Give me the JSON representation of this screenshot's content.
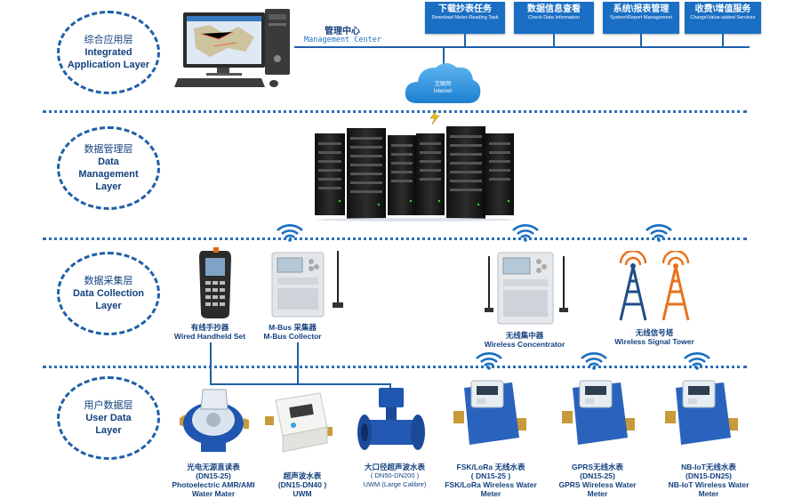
{
  "layers": [
    {
      "cn": "综合应用层",
      "en": "Integrated Application Layer"
    },
    {
      "cn": "数据管理层",
      "en": "Data Management Layer"
    },
    {
      "cn": "数据采集层",
      "en": "Data Collection Layer"
    },
    {
      "cn": "用户数据层",
      "en": "User Data Layer"
    }
  ],
  "management_center": {
    "cn": "管理中心",
    "en": "Management Center"
  },
  "top_buttons": [
    {
      "cn": "下载抄表任务",
      "en": "Download Meter-Reading Task"
    },
    {
      "cn": "数据信息查看",
      "en": "Check Data Information"
    },
    {
      "cn": "系统\\报表管理",
      "en": "System\\Report Management"
    },
    {
      "cn": "收费\\增值服务",
      "en": "Charge\\Value-added Services"
    }
  ],
  "cloud_text": {
    "line1": "互联网",
    "line2": "Internet"
  },
  "collection_devices": [
    {
      "cn": "有线手抄器",
      "en": "Wired Handheld Set"
    },
    {
      "cn": "M-Bus 采集器",
      "en": "M-Bus Collector"
    },
    {
      "cn": "无线集中器",
      "en": "Wireless Concentrator"
    },
    {
      "cn": "无线信号塔",
      "en": "Wireless Signal Tower"
    }
  ],
  "meters": [
    {
      "cn": "光电无源直读表",
      "spec": "(DN15-25)",
      "en1": "Photoelectric  AMR/AMI",
      "en2": "Water Mater"
    },
    {
      "cn": "超声波水表",
      "spec": "(DN15-DN40 )",
      "en1": "UWM",
      "en2": ""
    },
    {
      "cn": "大口径超声波水表",
      "spec": "( DN50-DN200 )",
      "en1": "UWM (Large Calibre)",
      "en2": ""
    },
    {
      "cn": "FSK/LoRa 无线水表",
      "spec": "( DN15-25 )",
      "en1": "FSK/LoRa Wireless Water",
      "en2": "Meter"
    },
    {
      "cn": "GPRS无线水表",
      "spec": "(DN15-25)",
      "en1": "GPRS Wireless Water",
      "en2": "Meter"
    },
    {
      "cn": "NB-IoT无线水表",
      "spec": "(DN15-DN25)",
      "en1": "NB-IoT Wireless Water",
      "en2": "Meter"
    }
  ],
  "colors": {
    "brand_blue": "#1a6fc4",
    "text_blue": "#14417e",
    "line_blue": "#1f5fa8",
    "tower_orange": "#e8731c"
  }
}
